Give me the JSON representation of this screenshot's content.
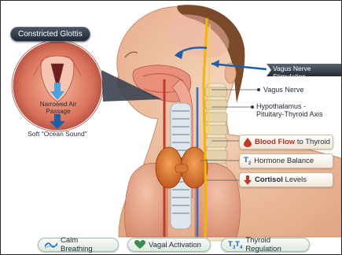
{
  "header_badge": "Constricted Glottis",
  "inset": {
    "air_label": "Narrowed Air Passage",
    "sound_label": "Soft \"Ocean Sound\""
  },
  "vagus_banner": "Vagus Nerve Stimulation",
  "labels": {
    "vagus_nerve": "Vagus Nerve",
    "hpt_axis": "Hypothalamus -\nPituitary-Thyroid Axis"
  },
  "callouts": {
    "blood_flow_bold": "Blood Flow",
    "blood_flow_rest": " to Thyroid",
    "hormone_prefix": "T",
    "hormone_sub": "2",
    "hormone_text": "Hormone Balance",
    "cortisol_bold": "Cortisol",
    "cortisol_rest": " Levels"
  },
  "bottom": {
    "calm": "Calm Breathing",
    "vagal": "Vagal Activation",
    "thyroid_t3": "T",
    "thyroid_t3_sub": "3",
    "thyroid_t4": "T",
    "thyroid_t4_sub": "4",
    "thyroid": "Thyroid Regulation"
  },
  "colors": {
    "skin": "#f2c9a8",
    "vagus_nerve": "#f5b400",
    "arrow_blue": "#1d5fa8",
    "blood_red": "#c0392b",
    "thyroid": "#d2691e",
    "pill_green": "#dde9df"
  },
  "icons": [
    "wave-icon",
    "heart-lungs-icon",
    "blood-drop-icon",
    "down-arrow-icon",
    "down-arrow-blue-icon"
  ]
}
